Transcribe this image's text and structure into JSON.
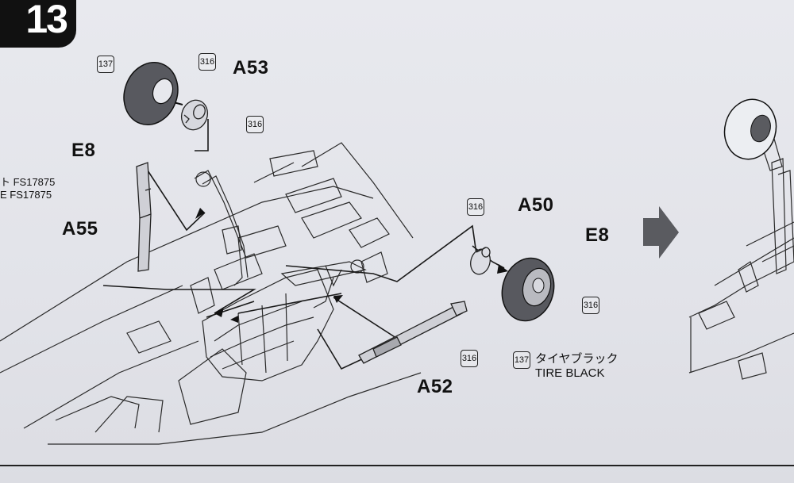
{
  "step": {
    "number": "13"
  },
  "parts": {
    "a53": "A53",
    "e8_top": "E8",
    "a55": "A55",
    "a50": "A50",
    "e8_right": "E8",
    "a52": "A52"
  },
  "paint_codes": {
    "c137_top": "137",
    "c316_top": "316",
    "c316_hub": "316",
    "c316_a50": "316",
    "c316_wheel": "316",
    "c316_a52": "316",
    "c137_tire": "137"
  },
  "notes": {
    "fs_line1": "ト FS17875",
    "fs_line2": "E FS17875",
    "tire_jp": "タイヤブラック",
    "tire_en": "TIRE BLACK"
  },
  "colors": {
    "paper": "#e4e5ea",
    "ink": "#111111",
    "tire": "#55565c",
    "arrow_gray": "#5a5b60"
  }
}
